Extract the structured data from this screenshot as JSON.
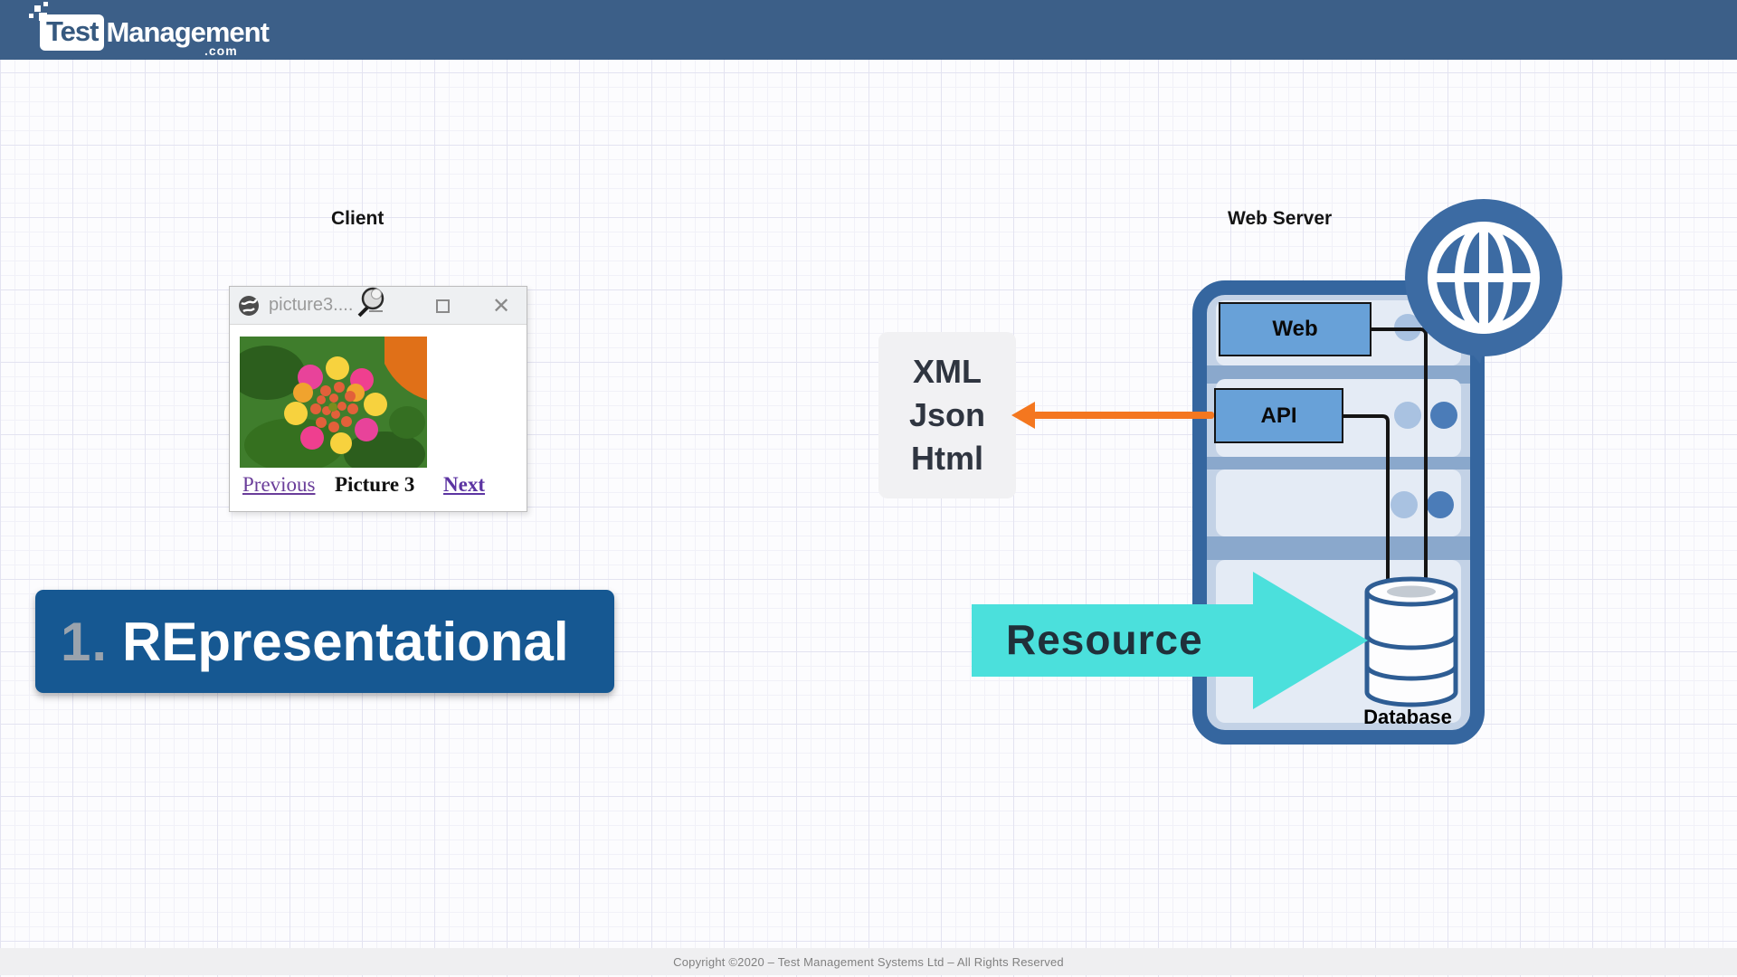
{
  "header": {
    "logo": {
      "part1": "Test",
      "part2": "Management",
      "suffix": ".com"
    },
    "bg_color": "#3c5f88"
  },
  "client": {
    "label": "Client",
    "window": {
      "title": "picture3....",
      "nav": {
        "previous": "Previous",
        "caption": "Picture 3",
        "next": "Next"
      }
    }
  },
  "banner": {
    "number": "1.",
    "text": "REpresentational",
    "bg_color": "#165892"
  },
  "formats": {
    "items": [
      "XML",
      "Json",
      "Html"
    ]
  },
  "web_server": {
    "label": "Web Server",
    "web_box_label": "Web",
    "api_box_label": "API",
    "database_label": "Database",
    "border_color": "#35669f",
    "box_color": "#68a1d8"
  },
  "resource": {
    "label": "Resource",
    "color": "#4be0dc"
  },
  "request_arrow": {
    "color": "#f4771f"
  },
  "footer": {
    "text": "Copyright ©2020 – Test Management Systems Ltd – All Rights Reserved"
  }
}
